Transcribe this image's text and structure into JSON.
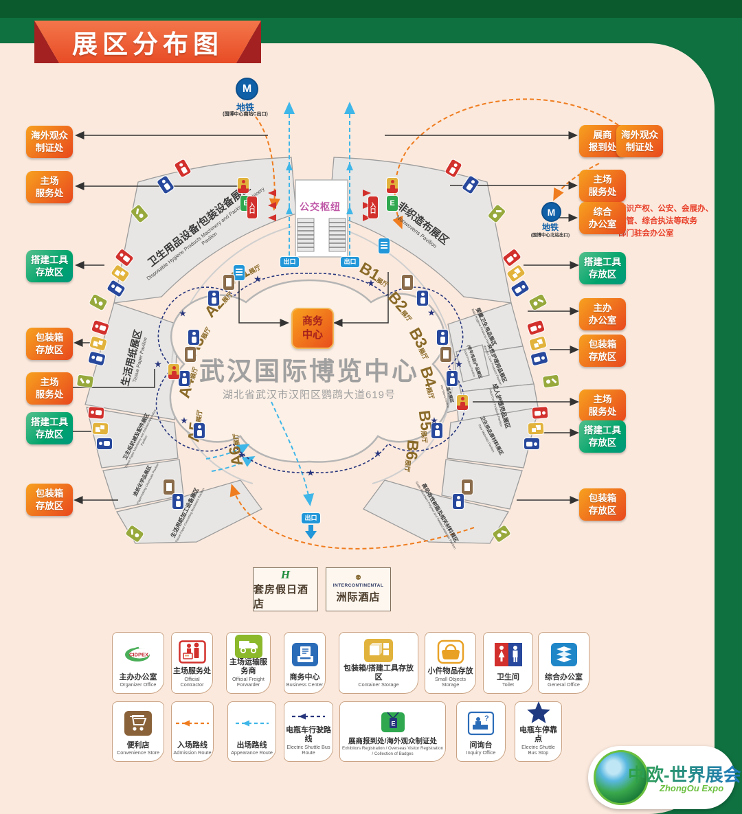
{
  "title": "展区分布图",
  "colors": {
    "frame_green": "#0f7040",
    "banner_orange": "#e84c26",
    "badge_orange": "#ef6f1e",
    "badge_green": "#00a36b",
    "route_admission": "#ef7c1e",
    "route_exit": "#3fb6e8",
    "route_shuttle": "#27357d",
    "gov_note_red": "#e8402a"
  },
  "center": {
    "name": "武汉国际博览中心",
    "address": "湖北省武汉市汉阳区鹦鹉大道619号",
    "business_center": "商务\n中心"
  },
  "bus_hub": "公交枢纽",
  "entrance_label": "入口",
  "exit_label": "出口",
  "metro_top": {
    "label": "地铁",
    "sub": "(国博中心南站C出口)",
    "m": "M"
  },
  "metro_right": {
    "label": "地铁",
    "sub": "(国博中心北站出口)",
    "m": "M"
  },
  "gov_note": "知识产权、公安、会展办、\n城管、综合执法等政务\n部门驻会办公室",
  "hall_suffix": "展厅",
  "halls": [
    "A1",
    "A2",
    "A3",
    "A4",
    "A5",
    "A6",
    "B1",
    "B2",
    "B3",
    "B4",
    "B5",
    "B6"
  ],
  "pavilions": [
    {
      "id": "hygiene_machinery",
      "zh": "卫生用品设备/包装设备展区",
      "en": "Disposable Hygiene Products Machinery and Packing Machinery Pavilion"
    },
    {
      "id": "tissue",
      "zh": "生活用纸展区",
      "en": "Tissue Paper Pavilion"
    },
    {
      "id": "nonwovens",
      "zh": "非织造布展区",
      "en": "Nonwovens Pavilion"
    },
    {
      "id": "tissue_machinery",
      "zh": "卫生纸机械及配件展区",
      "en": "Tissue Paper Machinery and Related Apparatus Pavilion"
    },
    {
      "id": "paper_chem",
      "zh": "造纸化学品展区",
      "en": "Papermaking Chemicals Pavilion"
    },
    {
      "id": "converting",
      "zh": "生活用纸加工设备展区",
      "en": "Tissue Paper Converting Machinery Pavilion"
    },
    {
      "id": "baby",
      "zh": "婴童卫生用品展区",
      "en": "Baby Hygiene Products Pavilion"
    },
    {
      "id": "women",
      "zh": "女性护理用品展区",
      "en": "Women Care Products Pavilion"
    },
    {
      "id": "aged",
      "zh": "(老年用品)产品展区",
      "en": "Adult Products Pavilion"
    },
    {
      "id": "adult_care",
      "zh": "成人护理用品展区",
      "en": "Adult Care Products Pavilion"
    },
    {
      "id": "wipes",
      "zh": "湿巾展区",
      "en": "Wet Wipes Pavilion"
    },
    {
      "id": "sap",
      "zh": "高吸收性树脂及相关材料展区",
      "en": "Super Absorbent Polymer and Related Materials Pavilion"
    },
    {
      "id": "raw",
      "zh": "卫生用品原材料展区",
      "en": "Raw Materials Pavilion"
    }
  ],
  "side_labels_left": [
    {
      "text": "海外观众\n制证处",
      "color": "orange"
    },
    {
      "text": "主场\n服务处",
      "color": "orange"
    },
    {
      "text": "搭建工具\n存放区",
      "color": "green"
    },
    {
      "text": "包装箱\n存放区",
      "color": "orange"
    },
    {
      "text": "主场\n服务处",
      "color": "orange"
    },
    {
      "text": "搭建工具\n存放区",
      "color": "green"
    },
    {
      "text": "包装箱\n存放区",
      "color": "orange"
    }
  ],
  "side_labels_right": [
    {
      "text": "展商\n报到处",
      "color": "orange"
    },
    {
      "text": "海外观众\n制证处",
      "color": "orange"
    },
    {
      "text": "主场\n服务处",
      "color": "orange"
    },
    {
      "text": "综合\n办公室",
      "color": "orange"
    },
    {
      "text": "搭建工具\n存放区",
      "color": "green"
    },
    {
      "text": "主办\n办公室",
      "color": "orange"
    },
    {
      "text": "包装箱\n存放区",
      "color": "orange"
    },
    {
      "text": "主场\n服务处",
      "color": "orange"
    },
    {
      "text": "搭建工具\n存放区",
      "color": "green"
    },
    {
      "text": "包装箱\n存放区",
      "color": "orange"
    }
  ],
  "hotels": [
    {
      "zh": "套房假日酒店",
      "logo_text": "Holiday Inn"
    },
    {
      "zh": "洲际酒店",
      "logo_text": "INTERCONTINENTAL"
    }
  ],
  "legend_row1": [
    {
      "zh": "主办办公室",
      "en": "Organizer Office",
      "icon": "cidpex"
    },
    {
      "zh": "主场服务处",
      "en": "Official Contractor",
      "icon": "contractor"
    },
    {
      "zh": "主场运输服务商",
      "en": "Official Freight Forwarder",
      "icon": "truck"
    },
    {
      "zh": "商务中心",
      "en": "Business Center",
      "icon": "fax"
    },
    {
      "zh": "包装箱/搭建工具存放区",
      "en": "Container Storage",
      "icon": "boxes"
    },
    {
      "zh": "小件物品存放",
      "en": "Small Objects Storage",
      "icon": "bag"
    },
    {
      "zh": "卫生间",
      "en": "Toilet",
      "icon": "toilet"
    },
    {
      "zh": "综合办公室",
      "en": "General Office",
      "icon": "stack"
    }
  ],
  "legend_row2": [
    {
      "zh": "便利店",
      "en": "Convenience Store",
      "icon": "cart"
    },
    {
      "zh": "入场路线",
      "en": "Admission Route",
      "icon": "dash-orange"
    },
    {
      "zh": "出场路线",
      "en": "Appearance Route",
      "icon": "dash-blue"
    },
    {
      "zh": "电瓶车行驶路线",
      "en": "Electric Shuttle Bus Route",
      "icon": "dash-navy"
    },
    {
      "zh": "展商报到处/海外观众制证处",
      "en": "Exhibitors Registration / Overseas Visitor Registration / Collection of Badges",
      "icon": "ebadge"
    },
    {
      "zh": "问询台",
      "en": "Inquiry Office",
      "icon": "inquiry"
    },
    {
      "zh": "电瓶车停靠点",
      "en": "Electric Shuttle Bus Stop",
      "icon": "star"
    }
  ],
  "footer_logo": {
    "zh": "中欧-世界展会",
    "en": "ZhongOu Expo"
  }
}
